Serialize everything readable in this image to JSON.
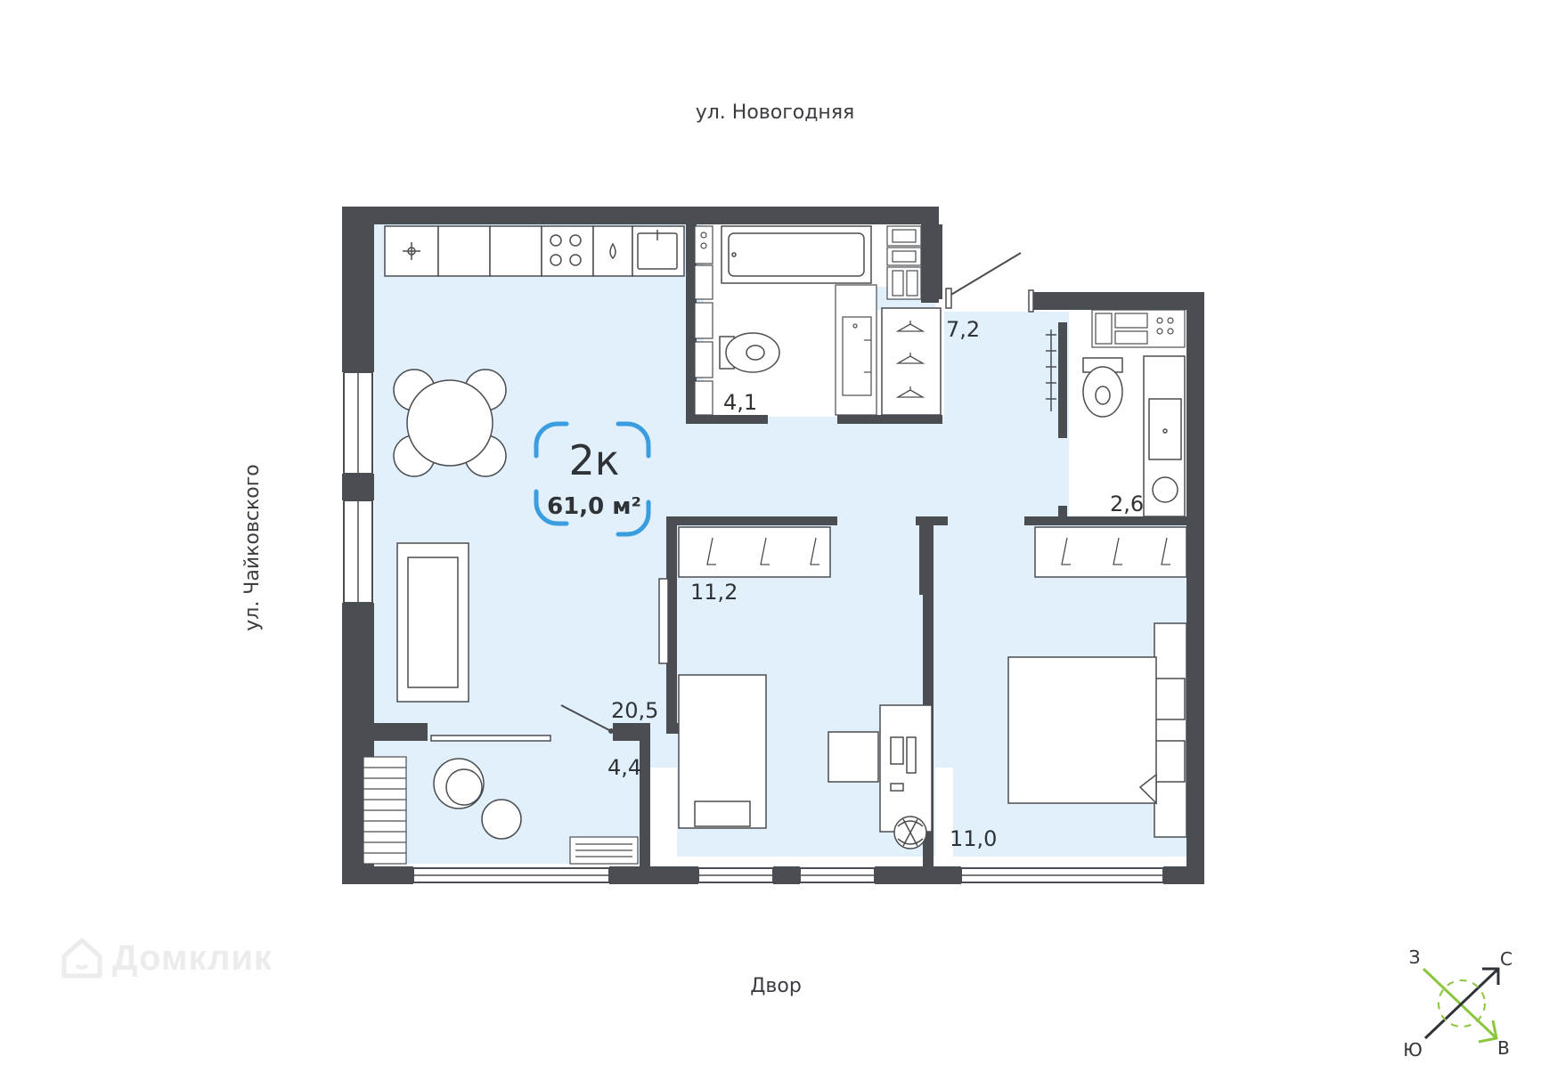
{
  "streets": {
    "top": "ул. Новогодняя",
    "left": "ул. Чайковского",
    "bottom": "Двор"
  },
  "apartment": {
    "type": "2к",
    "area": "61,0 м²"
  },
  "rooms": {
    "living_kitchen": "20,5",
    "balcony": "4,4",
    "bedroom_small": "11,2",
    "bedroom_main": "11,0",
    "toilet": "4,1",
    "hall": "7,2",
    "bathroom": "2,6"
  },
  "compass": {
    "n": "С",
    "s": "Ю",
    "w": "З",
    "e": "В"
  },
  "watermark": "Домклик",
  "colors": {
    "wall": "#4a4d52",
    "floor": "#e1f0fa",
    "accent": "#3a9de0",
    "compass_green": "#8cc63f",
    "compass_arrow": "#2f3338"
  },
  "icons": {
    "toilet": "toilet-icon",
    "bathtub": "bathtub-icon",
    "stove": "stove-icon",
    "sink": "sink-icon",
    "bed": "bed-icon",
    "sofa": "sofa-icon",
    "dining_table": "dining-table-icon",
    "wardrobe": "wardrobe-icon",
    "washing_machine": "washing-machine-icon",
    "plant": "plant-icon",
    "compass": "compass-icon"
  }
}
